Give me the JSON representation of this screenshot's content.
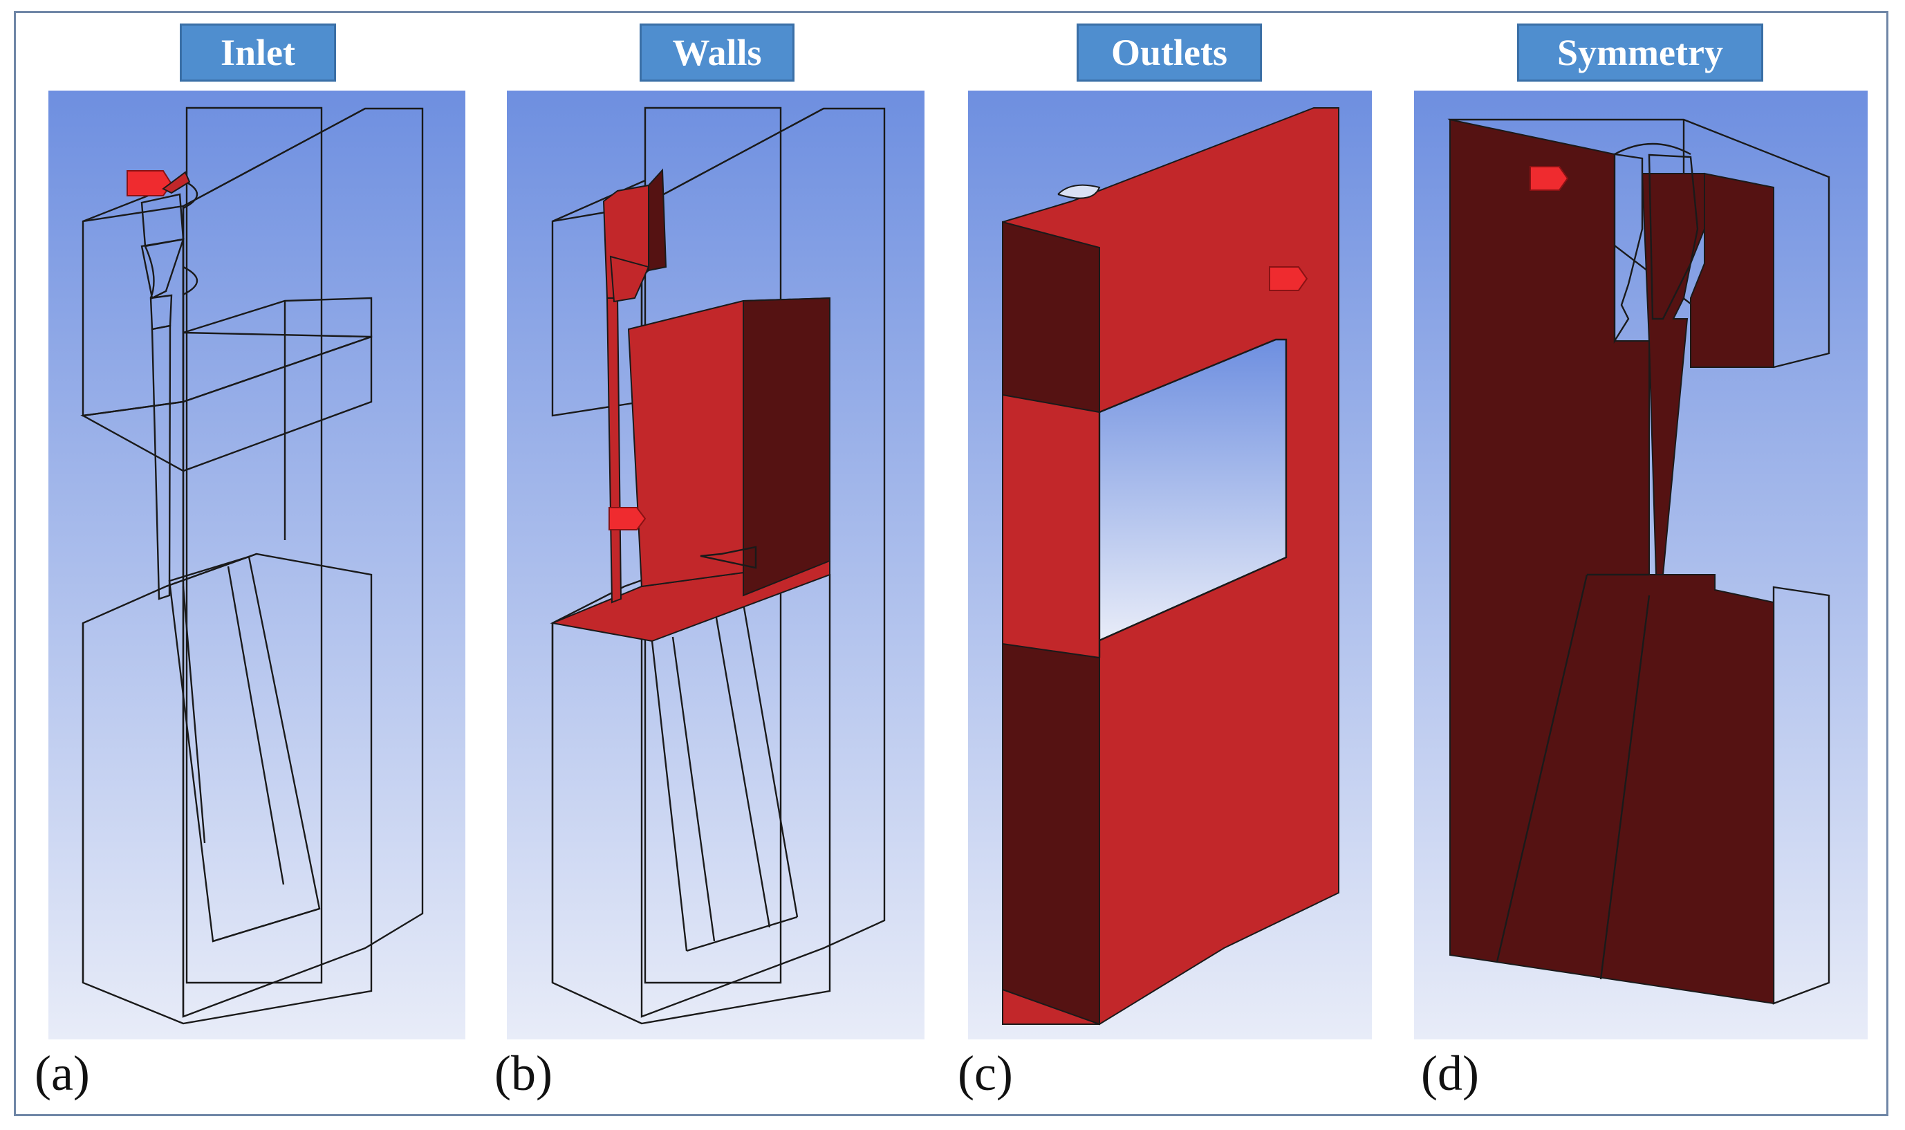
{
  "panels": [
    {
      "title": "Inlet",
      "label": "(a)"
    },
    {
      "title": "Walls",
      "label": "(b)"
    },
    {
      "title": "Outlets",
      "label": "(c)"
    },
    {
      "title": "Symmetry",
      "label": "(d)"
    }
  ],
  "colors": {
    "background_top": "#6e8fe0",
    "background_bottom": "#e8ecf8",
    "highlight_face_light": "#c2272a",
    "highlight_face_dark": "#551212",
    "marker": "#ef2b2f",
    "title_box": "#4f8ecf",
    "wireframe": "#1a1a1a"
  }
}
